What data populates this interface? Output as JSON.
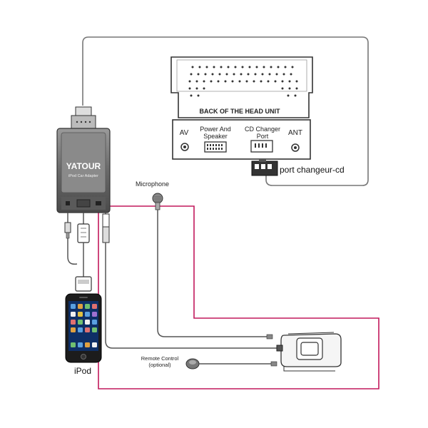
{
  "adapter": {
    "brand": "YATOUR",
    "subtitle": "iPod Car Adapter"
  },
  "head_unit": {
    "title": "BACK OF THE HEAD UNIT",
    "port_av": "AV",
    "port_power_line1": "Power And",
    "port_power_line2": "Speaker",
    "port_cd_line1": "CD Changer",
    "port_cd_line2": "Port",
    "port_ant": "ANT"
  },
  "labels": {
    "cd_changer_port": "port changeur-cd",
    "microphone": "Microphone",
    "remote_line1": "Remote Control",
    "remote_line2": "(optional)",
    "ipod": "iPod"
  },
  "colors": {
    "accent_frame": "#c2185b",
    "line": "#555555"
  },
  "icons": {
    "microphone": "microphone-icon",
    "remote": "remote-button-icon",
    "ipod": "ipod-phone-icon",
    "adapter": "adapter-box-icon",
    "head_unit": "head-unit-icon",
    "module": "control-module-icon"
  }
}
